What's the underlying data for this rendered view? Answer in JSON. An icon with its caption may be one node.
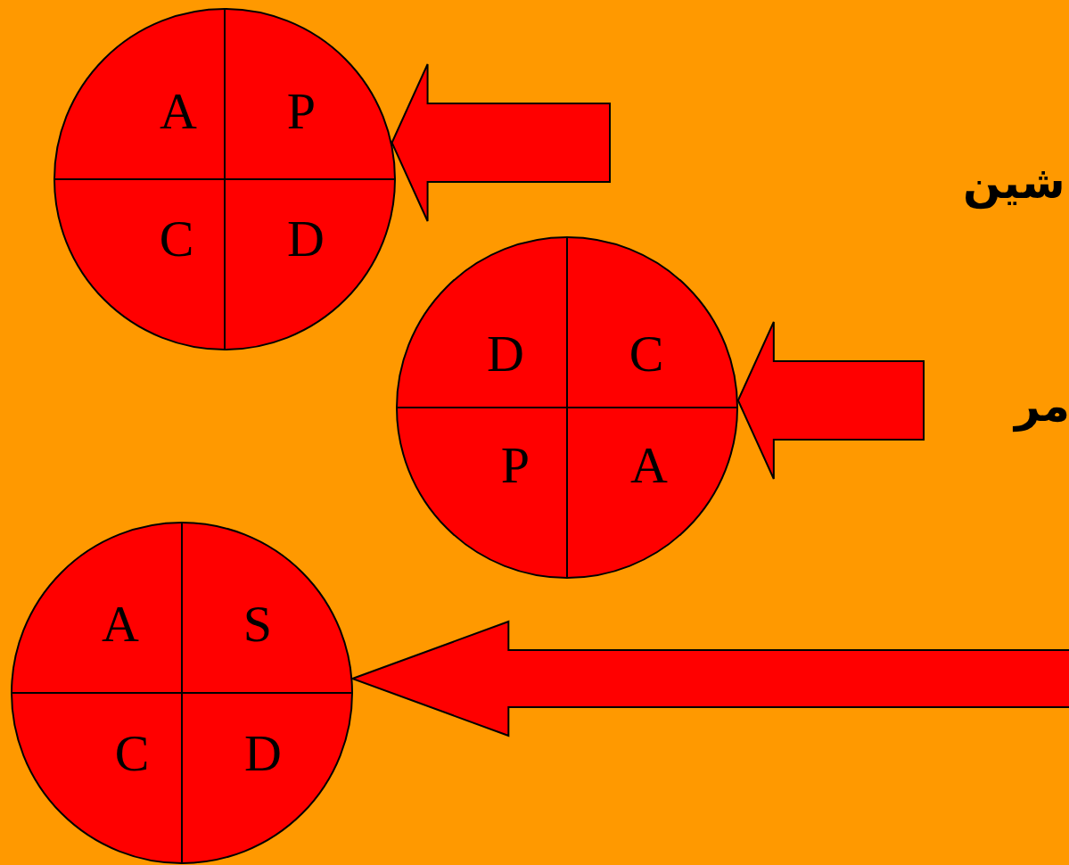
{
  "diagram": {
    "nodes": [
      {
        "text": [
          "A",
          "P",
          "C",
          "D"
        ]
      },
      {
        "text": [
          "D",
          "C",
          "P",
          "A"
        ]
      },
      {
        "text": [
          "A",
          "S",
          "C",
          "D"
        ]
      }
    ],
    "edges": [
      {
        "from": null,
        "to": 0,
        "arrow": "to"
      },
      {
        "from": null,
        "to": 1,
        "arrow": "to"
      },
      {
        "from": null,
        "to": 2,
        "arrow": "to"
      }
    ],
    "labels": [
      "شين",
      "مر"
    ]
  }
}
